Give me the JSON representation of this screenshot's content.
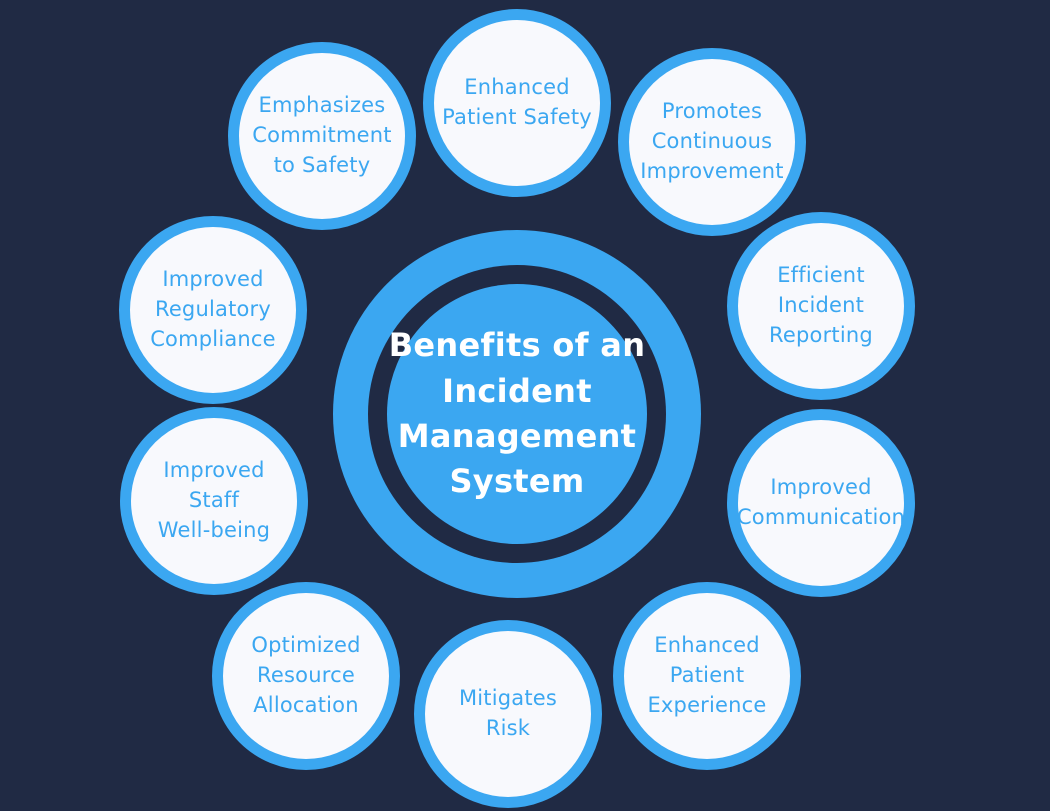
{
  "diagram": {
    "title": "Benefits of an\nIncident\nManagement\nSystem",
    "satellites": [
      {
        "id": "enhanced-patient-safety",
        "label": "Enhanced\nPatient Safety"
      },
      {
        "id": "promotes-continuous-improvement",
        "label": "Promotes\nContinuous\nImprovement"
      },
      {
        "id": "efficient-incident-reporting",
        "label": "Efficient\nIncident\nReporting"
      },
      {
        "id": "improved-communication",
        "label": "Improved\nCommunication"
      },
      {
        "id": "enhanced-patient-experience",
        "label": "Enhanced\nPatient\nExperience"
      },
      {
        "id": "mitigates-risk",
        "label": "Mitigates\nRisk"
      },
      {
        "id": "optimized-resource-allocation",
        "label": "Optimized\nResource\nAllocation"
      },
      {
        "id": "improved-staff-well-being",
        "label": "Improved\nStaff\nWell-being"
      },
      {
        "id": "improved-regulatory-compliance",
        "label": "Improved\nRegulatory\nCompliance"
      },
      {
        "id": "emphasizes-commitment-to-safety",
        "label": "Emphasizes\nCommitment\nto Safety"
      }
    ],
    "colors": {
      "background": "#202A44",
      "accent_blue": "#3BA7F1",
      "circle_fill": "#F8F9FD",
      "title_text": "#FFFFFF"
    }
  }
}
